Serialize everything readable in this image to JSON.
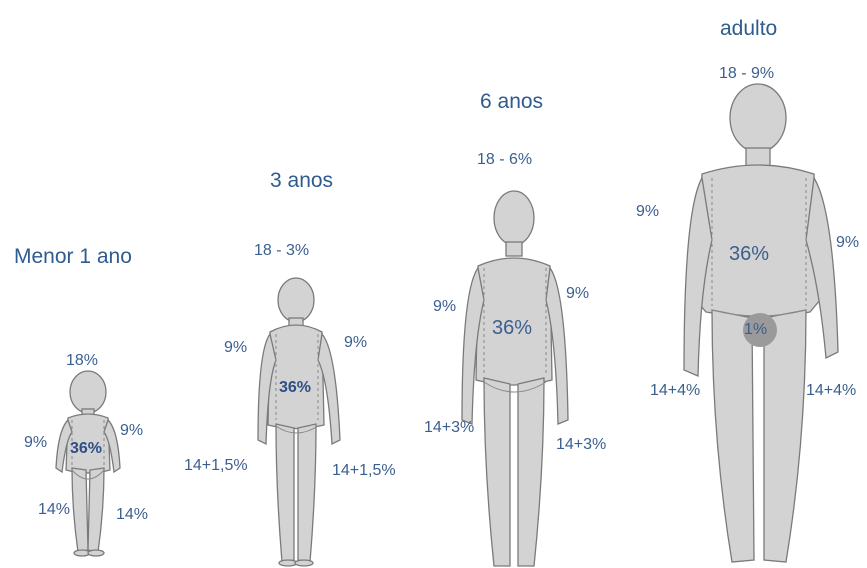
{
  "figures": [
    {
      "title": "Menor 1 ano",
      "head": "18%",
      "arm_left": "9%",
      "arm_right": "9%",
      "trunk": "36%",
      "leg_left": "14%",
      "leg_right": "14%"
    },
    {
      "title": "3 anos",
      "head": "18 - 3%",
      "arm_left": "9%",
      "arm_right": "9%",
      "trunk": "36%",
      "leg_left": "14+1,5%",
      "leg_right": "14+1,5%"
    },
    {
      "title": "6 anos",
      "head": "18 - 6%",
      "arm_left": "9%",
      "arm_right": "9%",
      "trunk": "36%",
      "leg_left": "14+3%",
      "leg_right": "14+3%"
    },
    {
      "title": "adulto",
      "head": "18 - 9%",
      "arm_left": "9%",
      "arm_right": "9%",
      "trunk": "36%",
      "genital": "1%",
      "leg_left": "14+4%",
      "leg_right": "14+4%"
    }
  ],
  "colors": {
    "body_fill": "#d3d3d3",
    "outline": "#7a7a7a",
    "label": "#3b5f8f",
    "genital_fill": "#9a9a9a"
  }
}
